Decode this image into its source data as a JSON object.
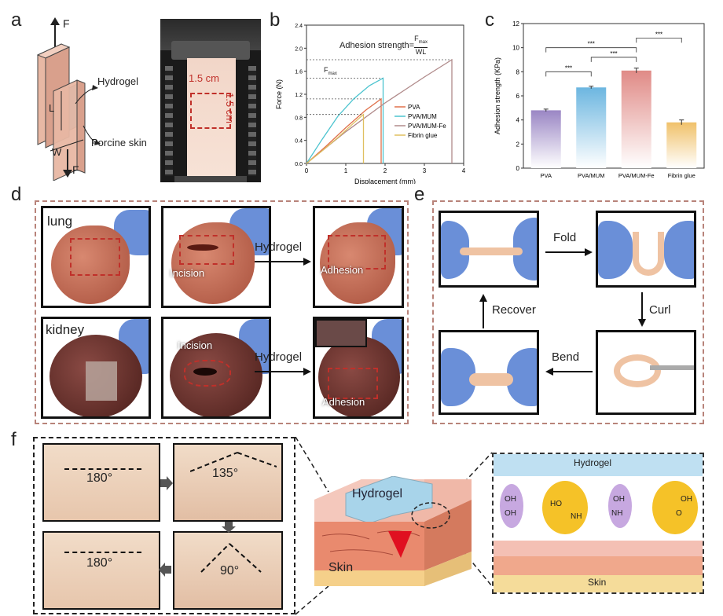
{
  "panels": {
    "a": "a",
    "b": "b",
    "c": "c",
    "d": "d",
    "e": "e",
    "f": "f"
  },
  "panel_a": {
    "force_top": "F",
    "force_bottom": "F",
    "hydrogel": "Hydrogel",
    "porcine_skin": "Porcine skin",
    "length": "L",
    "width": "W",
    "dim1": "1.5 cm",
    "dim2": "1.5 cm"
  },
  "panel_b": {
    "formula_prefix": "Adhesion strength=",
    "formula_num": "F",
    "formula_num_sub": "max",
    "formula_den": "WL",
    "fmax_label": "F",
    "fmax_sub": "max",
    "xlabel": "Displacement (mm)",
    "ylabel": "Force (N)",
    "legend": [
      "PVA",
      "PVA/MUM",
      "PVA/MUM-Fe",
      "Fibrin glue"
    ]
  },
  "panel_c": {
    "ylabel": "Adhesion strength (KPa)",
    "sig": [
      "***",
      "***",
      "***",
      "***"
    ]
  },
  "panel_d": {
    "lung": "lung",
    "kidney": "kidney",
    "incision1": "Incision",
    "incision2": "Incision",
    "adhesion1": "Adhesion",
    "adhesion2": "Adhesion",
    "hydrogel1": "Hydrogel",
    "hydrogel2": "Hydrogel"
  },
  "panel_e": {
    "fold": "Fold",
    "curl": "Curl",
    "bend": "Bend",
    "recover": "Recover"
  },
  "panel_f": {
    "a180_1": "180°",
    "a135": "135°",
    "a180_2": "180°",
    "a90": "90°",
    "hydrogel": "Hydrogel",
    "skin": "Skin",
    "inset_hydrogel": "Hydrogel",
    "inset_skin": "Skin"
  },
  "chart_data": [
    {
      "type": "line",
      "title": "",
      "xlabel": "Displacement (mm)",
      "ylabel": "Force (N)",
      "xlim": [
        0,
        4
      ],
      "ylim": [
        0,
        2.4
      ],
      "xticks": [
        0,
        1,
        2,
        3,
        4
      ],
      "yticks": [
        0.0,
        0.4,
        0.8,
        1.2,
        1.6,
        2.0,
        2.4
      ],
      "series": [
        {
          "name": "PVA",
          "color": "#e0704a",
          "x": [
            0,
            0.5,
            1.0,
            1.5,
            1.9,
            1.9
          ],
          "y": [
            0,
            0.3,
            0.62,
            0.92,
            1.12,
            0
          ]
        },
        {
          "name": "PVA/MUM",
          "color": "#4cc4cf",
          "x": [
            0,
            0.4,
            0.8,
            1.2,
            1.6,
            1.95,
            1.95
          ],
          "y": [
            0,
            0.42,
            0.82,
            1.12,
            1.35,
            1.48,
            0
          ]
        },
        {
          "name": "PVA/MUM-Fe",
          "color": "#b08a8a",
          "x": [
            0,
            1.0,
            2.0,
            3.0,
            3.7,
            3.7
          ],
          "y": [
            0,
            0.55,
            1.05,
            1.5,
            1.8,
            0
          ]
        },
        {
          "name": "Fibrin glue",
          "color": "#e0c060",
          "x": [
            0,
            0.4,
            0.8,
            1.2,
            1.45,
            1.45
          ],
          "y": [
            0,
            0.22,
            0.45,
            0.7,
            0.85,
            0
          ]
        }
      ],
      "legend_position": "bottom-right",
      "grid": false
    },
    {
      "type": "bar",
      "title": "",
      "xlabel": "",
      "ylabel": "Adhesion strength (KPa)",
      "categories": [
        "PVA",
        "PVA/MUM",
        "PVA/MUM-Fe",
        "Fibrin glue"
      ],
      "values": [
        4.8,
        6.7,
        8.1,
        3.8
      ],
      "errors": [
        0.1,
        0.1,
        0.2,
        0.2
      ],
      "colors": [
        "#9a86c4",
        "#6cb6e0",
        "#e08a86",
        "#f0c16a"
      ],
      "ylim": [
        0,
        12
      ],
      "yticks": [
        0,
        2,
        4,
        6,
        8,
        10,
        12
      ],
      "significance": "***"
    }
  ]
}
